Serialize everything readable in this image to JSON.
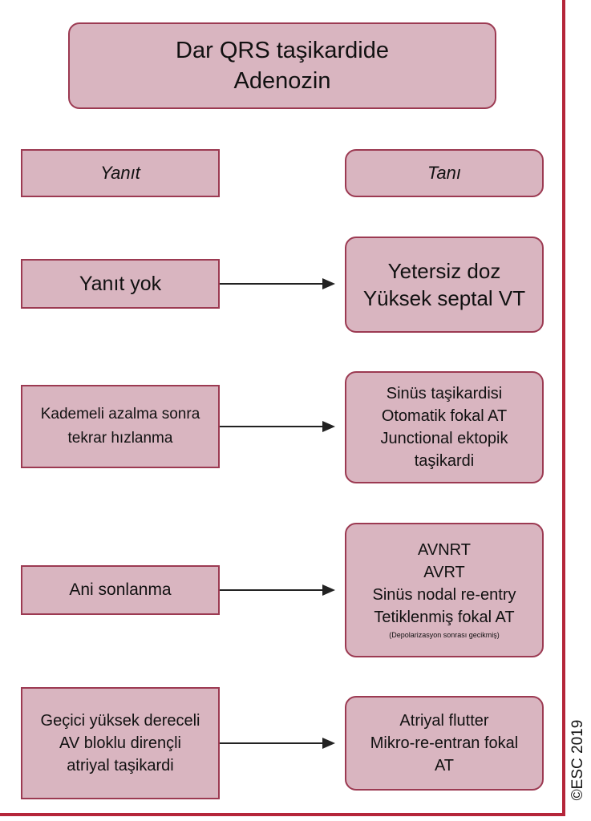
{
  "title": [
    "Dar QRS taşikardide",
    "Adenozin"
  ],
  "headers": {
    "response": "Yanıt",
    "diagnosis": "Tanı"
  },
  "rows": [
    {
      "response": [
        "Yanıt yok"
      ],
      "diagnosis": [
        "Yetersiz doz",
        "Yüksek septal VT"
      ]
    },
    {
      "response": [
        "Kademeli azalma sonra",
        "tekrar hızlanma"
      ],
      "diagnosis": [
        "Sinüs taşikardisi",
        "Otomatik fokal AT",
        "Junctional ektopik",
        "taşikardi"
      ]
    },
    {
      "response": [
        "Ani sonlanma"
      ],
      "diagnosis": [
        "AVNRT",
        "AVRT",
        "Sinüs nodal re-entry",
        "Tetiklenmiş fokal AT"
      ],
      "diagnosis_note": "(Depolarizasyon sonrası gecikmiş)"
    },
    {
      "response": [
        "Geçici yüksek dereceli",
        "AV bloklu dirençli",
        "atriyal taşikardi"
      ],
      "diagnosis": [
        "Atriyal flutter",
        "Mikro-re-entran fokal",
        "AT"
      ]
    }
  ],
  "copyright": "©ESC 2019",
  "colors": {
    "box_fill": "#d9b5c0",
    "box_border": "#9c3a52",
    "frame": "#b5263a"
  }
}
